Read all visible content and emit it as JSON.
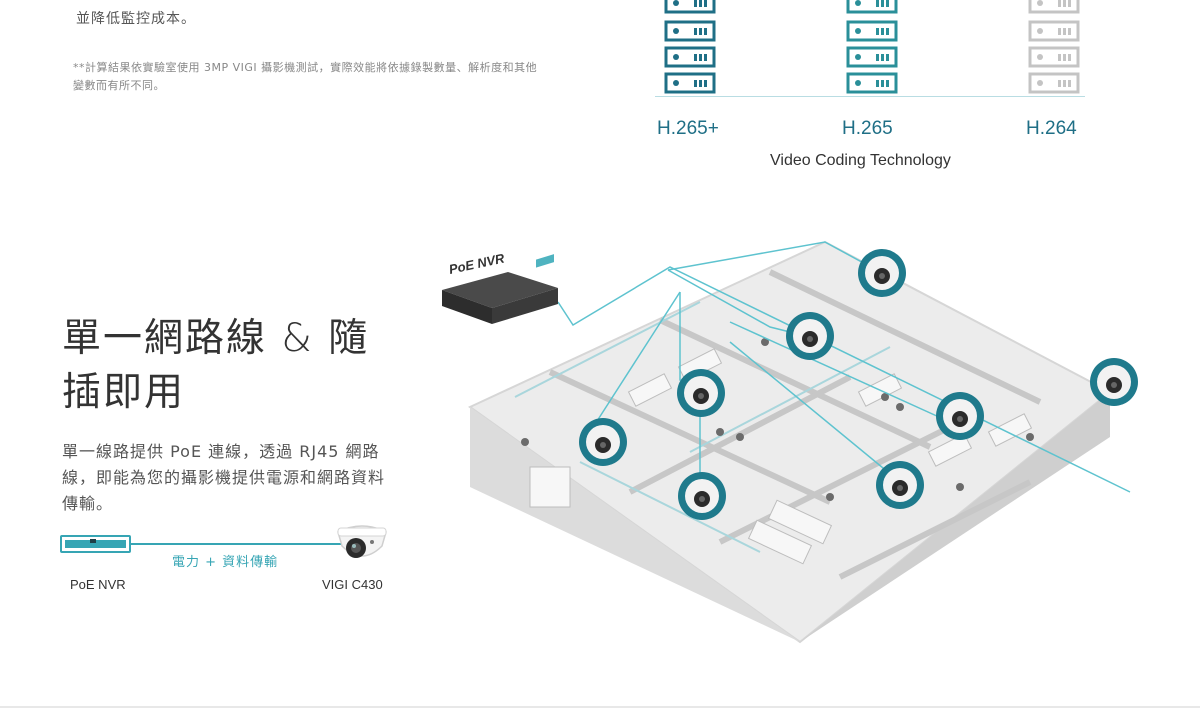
{
  "intro": {
    "top_line": "並降低監控成本。",
    "footnote": "**計算結果依實驗室使用 3MP VIGI 攝影機測試，實際效能將依據錄製數量、解析度和其他變數而有所不同。"
  },
  "codec_chart": {
    "labels": [
      "H.265+",
      "H.265",
      "H.264"
    ],
    "caption": "Video Coding Technology",
    "colors": {
      "h265plus": "#1f6f86",
      "h265": "#2aa0a8",
      "h264": "#bdbdbd"
    }
  },
  "feature": {
    "heading_line1": "單一網路線 & 隨",
    "heading_line2": "插即用",
    "description": "單一線路提供 PoE 連線，透過 RJ45 網路線，即能為您的攝影機提供電源和網路資料傳輸。"
  },
  "diagram": {
    "link_label": "電力 + 資料傳輸",
    "nvr_caption": "PoE NVR",
    "camera_caption": "VIGI C430"
  },
  "illustration": {
    "nvr_tag": "PoE NVR",
    "accent_color": "#1f7a8c",
    "line_color": "#5ec3cf"
  }
}
